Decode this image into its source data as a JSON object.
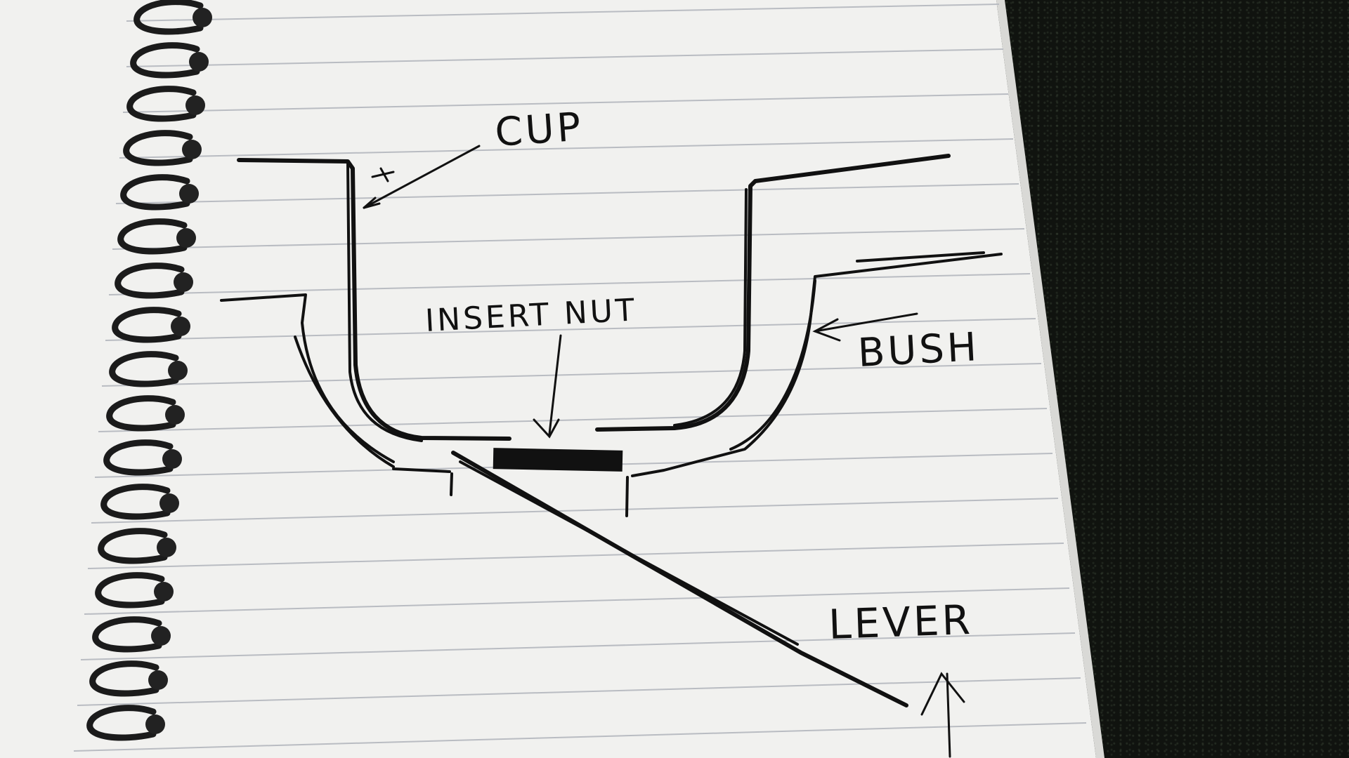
{
  "diagram": {
    "labels": {
      "cup": "CUP",
      "insert_nut": "INSERT NUT",
      "bush": "BUSH",
      "lever": "LEVER"
    }
  },
  "colors": {
    "paper": "#f1f1ef",
    "rule_line": "#b9bcc2",
    "ink": "#111111",
    "table": "#10130f",
    "spiral": "#1b1b1b"
  }
}
